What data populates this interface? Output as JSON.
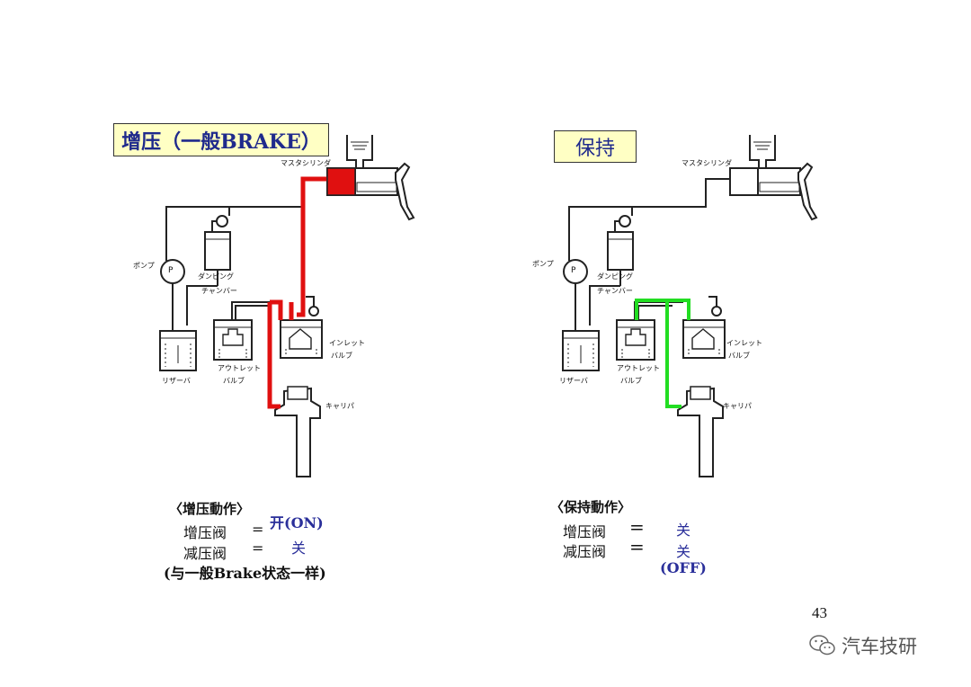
{
  "left": {
    "title": "增压（一般BRAKE）",
    "labels": {
      "master": "マスタシリンダ",
      "pump": "ポンプ",
      "pump_symbol": "P",
      "damping1": "ダンピング",
      "damping2": "チャンバー",
      "reservoir": "リザーバ",
      "outlet1": "アウトレット",
      "outlet2": "バルブ",
      "inlet1": "インレット",
      "inlet2": "バルブ",
      "caliper": "キャリパ"
    },
    "caption": {
      "heading": "〈增压動作〉",
      "row1_label": "增压阀",
      "row1_eq": "=",
      "row1_value": "开(ON)",
      "row2_label": "减压阀",
      "row2_eq": "=",
      "row2_value": "关",
      "note": "(与一般Brake状态一样)"
    },
    "highlight_color": "#e01010"
  },
  "right": {
    "title": "保持",
    "labels": {
      "master": "マスタシリンダ",
      "pump": "ポンプ",
      "pump_symbol": "P",
      "damping1": "ダンピング",
      "damping2": "チャンバー",
      "reservoir": "リザーバ",
      "outlet1": "アウトレット",
      "outlet2": "バルブ",
      "inlet1": "インレット",
      "inlet2": "バルブ",
      "caliper": "キャリパ"
    },
    "caption": {
      "heading": "〈保持動作〉",
      "row1_label": "增压阀",
      "row1_eq": "=",
      "row1_value": "关",
      "row2_label": "减压阀",
      "row2_eq": "=",
      "row2_value": "关",
      "note": "(OFF)"
    },
    "highlight_color": "#22dd22"
  },
  "page_number": "43",
  "watermark": "汽车技研"
}
